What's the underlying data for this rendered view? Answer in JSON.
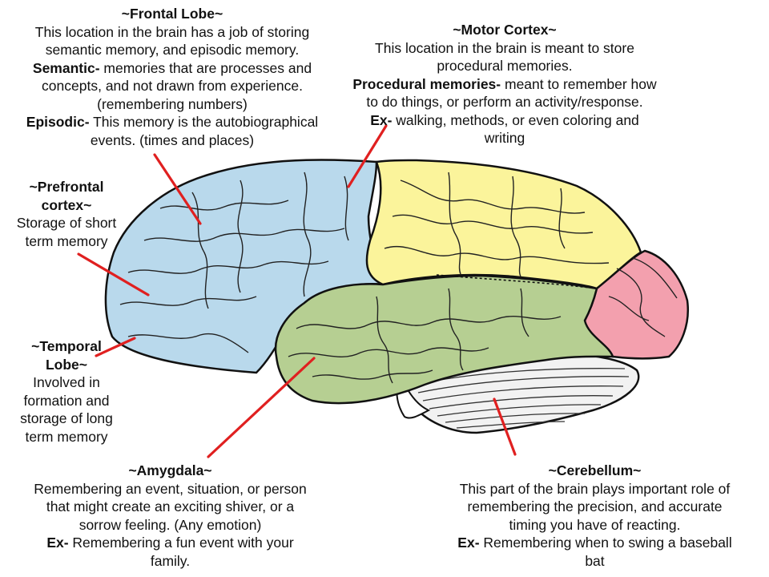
{
  "colors": {
    "frontal": "#b9d9ec",
    "parietal": "#fbf49b",
    "temporal": "#b6cf92",
    "occipital": "#f3a0ae",
    "cerebellum": "#f2f2f2",
    "pointer": "#e02020",
    "outline": "#111111"
  },
  "labels": {
    "frontal": {
      "title": "~Frontal Lobe~",
      "line1": "This location in the brain has a job of storing",
      "line2": "semantic memory, and episodic memory.",
      "semantic_term": "Semantic-",
      "semantic_rest1": " memories that are processes and",
      "semantic_rest2": "concepts, and not drawn from experience.",
      "semantic_rest3": "(remembering numbers)",
      "episodic_term": "Episodic-",
      "episodic_rest1": " This memory is the autobiographical",
      "episodic_rest2": "events. (times and places)"
    },
    "motor": {
      "title": "~Motor Cortex~",
      "line1": "This location in the brain is meant to store",
      "line2": "procedural memories.",
      "procedural_term": "Procedural memories-",
      "procedural_rest1": " meant to remember how",
      "procedural_rest2": "to do things, or perform an activity/response.",
      "ex_term": "Ex-",
      "ex_rest1": " walking, methods, or even coloring and",
      "ex_rest2": "writing"
    },
    "prefrontal": {
      "title1": "~Prefrontal",
      "title2": "cortex~",
      "line1": "Storage of short",
      "line2": "term memory"
    },
    "temporal": {
      "title1": "~Temporal",
      "title2": "Lobe~",
      "line1": "Involved in",
      "line2": "formation and",
      "line3": "storage of long",
      "line4": "term memory"
    },
    "amygdala": {
      "title": "~Amygdala~",
      "line1": "Remembering an event, situation, or person",
      "line2": "that might create an exciting shiver, or a",
      "line3": "sorrow feeling. (Any emotion)",
      "ex_term": "Ex-",
      "ex_rest1": " Remembering a fun event with your",
      "ex_rest2": "family."
    },
    "cerebellum": {
      "title": "~Cerebellum~",
      "line1": "This part of the brain plays important role of",
      "line2": "remembering the precision, and accurate",
      "line3": "timing you have of reacting.",
      "ex_term": "Ex-",
      "ex_rest1": " Remembering when to swing a baseball",
      "ex_rest2": "bat"
    }
  }
}
